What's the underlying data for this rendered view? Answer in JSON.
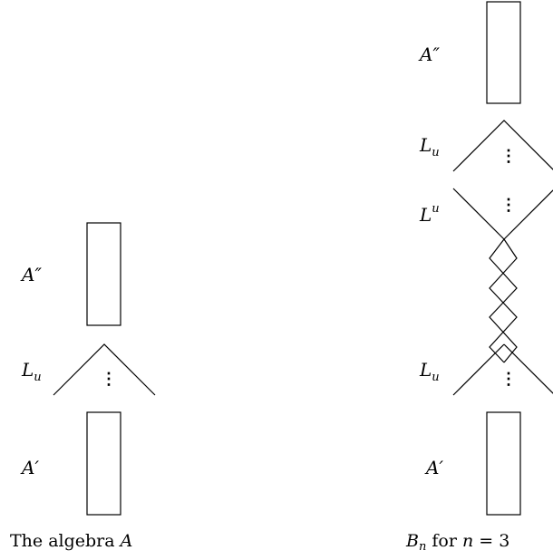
{
  "left_diagram": {
    "labels": {
      "top_block": "A″",
      "middle": "L",
      "middle_sub": "u",
      "bottom_block": "A′"
    },
    "dots": "⋮",
    "caption_text": "The algebra ",
    "caption_math": "A"
  },
  "right_diagram": {
    "labels": {
      "top_block": "A″",
      "l_upper": "L",
      "l_upper_sub": "u",
      "l_middle": "L",
      "l_middle_sup": "u",
      "l_lower": "L",
      "l_lower_sub": "u",
      "bottom_block": "A′"
    },
    "dots": "⋮",
    "caption_math1": "B",
    "caption_math1_sub": "n",
    "caption_text": " for ",
    "caption_math2": "n",
    "caption_eq": " = 3"
  },
  "colors": {
    "stroke": "#000000",
    "background": "#ffffff"
  }
}
